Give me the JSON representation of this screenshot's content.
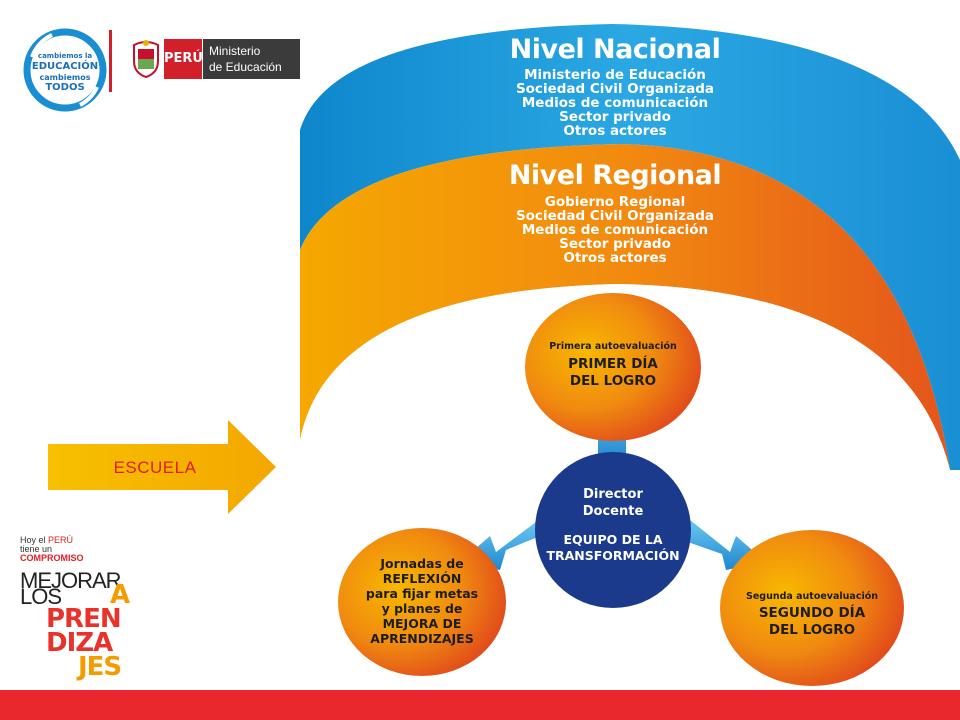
{
  "header": {
    "campaign_logo": {
      "line1": "cambiemos la",
      "line2": "EDUCACIÓN",
      "line3": "cambiemos",
      "line4": "TODOS"
    },
    "gov_logo": {
      "country": "PERÚ",
      "ministry_line1": "Ministerio",
      "ministry_line2": "de Educación"
    }
  },
  "arcs": {
    "national": {
      "title": "Nivel Nacional",
      "items": [
        "Ministerio de Educación",
        "Sociedad Civil Organizada",
        "Medios de comunicación",
        "Sector privado",
        "Otros actores"
      ],
      "color": "#1e9ad6"
    },
    "regional": {
      "title": "Nivel Regional",
      "items": [
        "Gobierno Regional",
        "Sociedad Civil Organizada",
        "Medios de comunicación",
        "Sector privado",
        "Otros actores"
      ],
      "color": "#f07d16"
    }
  },
  "escuela": {
    "label": "ESCUELA",
    "color": "#f5b300"
  },
  "cycle": {
    "top": {
      "sub": "Primera autoevaluación",
      "line1": "PRIMER DÍA",
      "line2": "DEL LOGRO"
    },
    "right": {
      "sub": "Segunda autoevaluación",
      "line1": "SEGUNDO DÍA",
      "line2": "DEL LOGRO"
    },
    "left": {
      "lines": [
        "Jornadas de",
        "REFLEXIÓN",
        "para fijar metas",
        "y planes de",
        "MEJORA DE",
        "APRENDIZAJES"
      ]
    },
    "center": {
      "line1": "Director",
      "line2": "Docente",
      "line3": "EQUIPO DE LA",
      "line4": "TRANSFORMACIÓN",
      "color": "#1b3a8c"
    }
  },
  "slogan": {
    "line1_a": "Hoy el ",
    "line1_b": "PERÚ",
    "line2": "tiene un",
    "line3": "COMPROMISO",
    "mejorar": "MEJORAR",
    "los": "LOS",
    "a": "A",
    "pren": "PREN",
    "diza": "DIZA",
    "jes": "JES"
  },
  "footer": {
    "color": "#e8282c"
  }
}
